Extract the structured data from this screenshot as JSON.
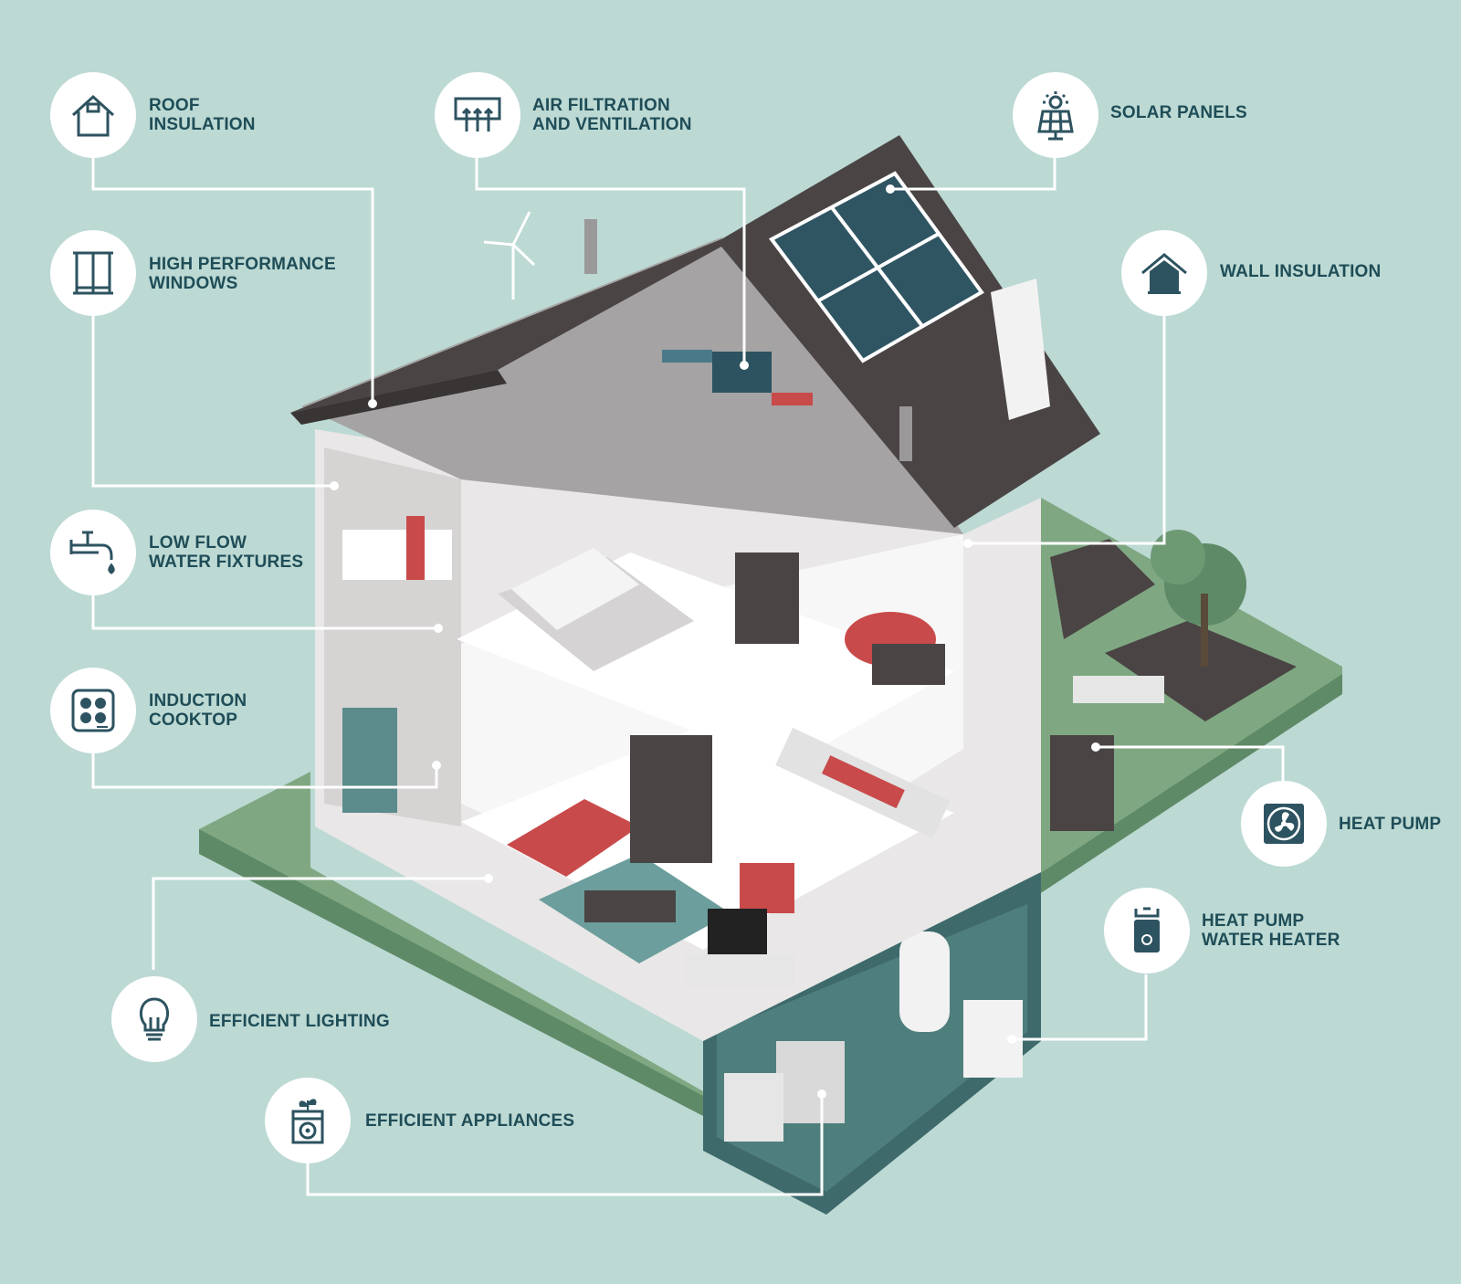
{
  "colors": {
    "background": "#bcd9d4",
    "icon_ink": "#2d5360",
    "label_ink": "#1f4d57",
    "leader_line": "#ffffff",
    "roof": "#4a4444",
    "lawn": "#7fa882",
    "solar": "#2f5563",
    "accent_red": "#c94a4a"
  },
  "features": [
    {
      "id": "roof-insulation",
      "icon": "house-outline-icon",
      "lines": [
        "ROOF",
        "INSULATION"
      ]
    },
    {
      "id": "air-filtration",
      "icon": "air-vent-icon",
      "lines": [
        "AIR FILTRATION",
        "AND VENTILATION"
      ]
    },
    {
      "id": "solar-panels",
      "icon": "solar-panel-icon",
      "lines": [
        "SOLAR PANELS"
      ]
    },
    {
      "id": "windows",
      "icon": "window-icon",
      "lines": [
        "HIGH PERFORMANCE",
        "WINDOWS"
      ]
    },
    {
      "id": "wall-insulation",
      "icon": "house-filled-icon",
      "lines": [
        "WALL INSULATION"
      ]
    },
    {
      "id": "water-fixtures",
      "icon": "faucet-icon",
      "lines": [
        "LOW FLOW",
        "WATER FIXTURES"
      ]
    },
    {
      "id": "induction-cooktop",
      "icon": "cooktop-icon",
      "lines": [
        "INDUCTION",
        "COOKTOP"
      ]
    },
    {
      "id": "heat-pump",
      "icon": "fan-icon",
      "lines": [
        "HEAT PUMP"
      ]
    },
    {
      "id": "heat-pump-water-heater",
      "icon": "water-heater-icon",
      "lines": [
        "HEAT PUMP",
        "WATER HEATER"
      ]
    },
    {
      "id": "efficient-lighting",
      "icon": "light-bulb-icon",
      "lines": [
        "EFFICIENT LIGHTING"
      ]
    },
    {
      "id": "efficient-appliances",
      "icon": "washing-machine-icon",
      "lines": [
        "EFFICIENT APPLIANCES"
      ]
    }
  ]
}
